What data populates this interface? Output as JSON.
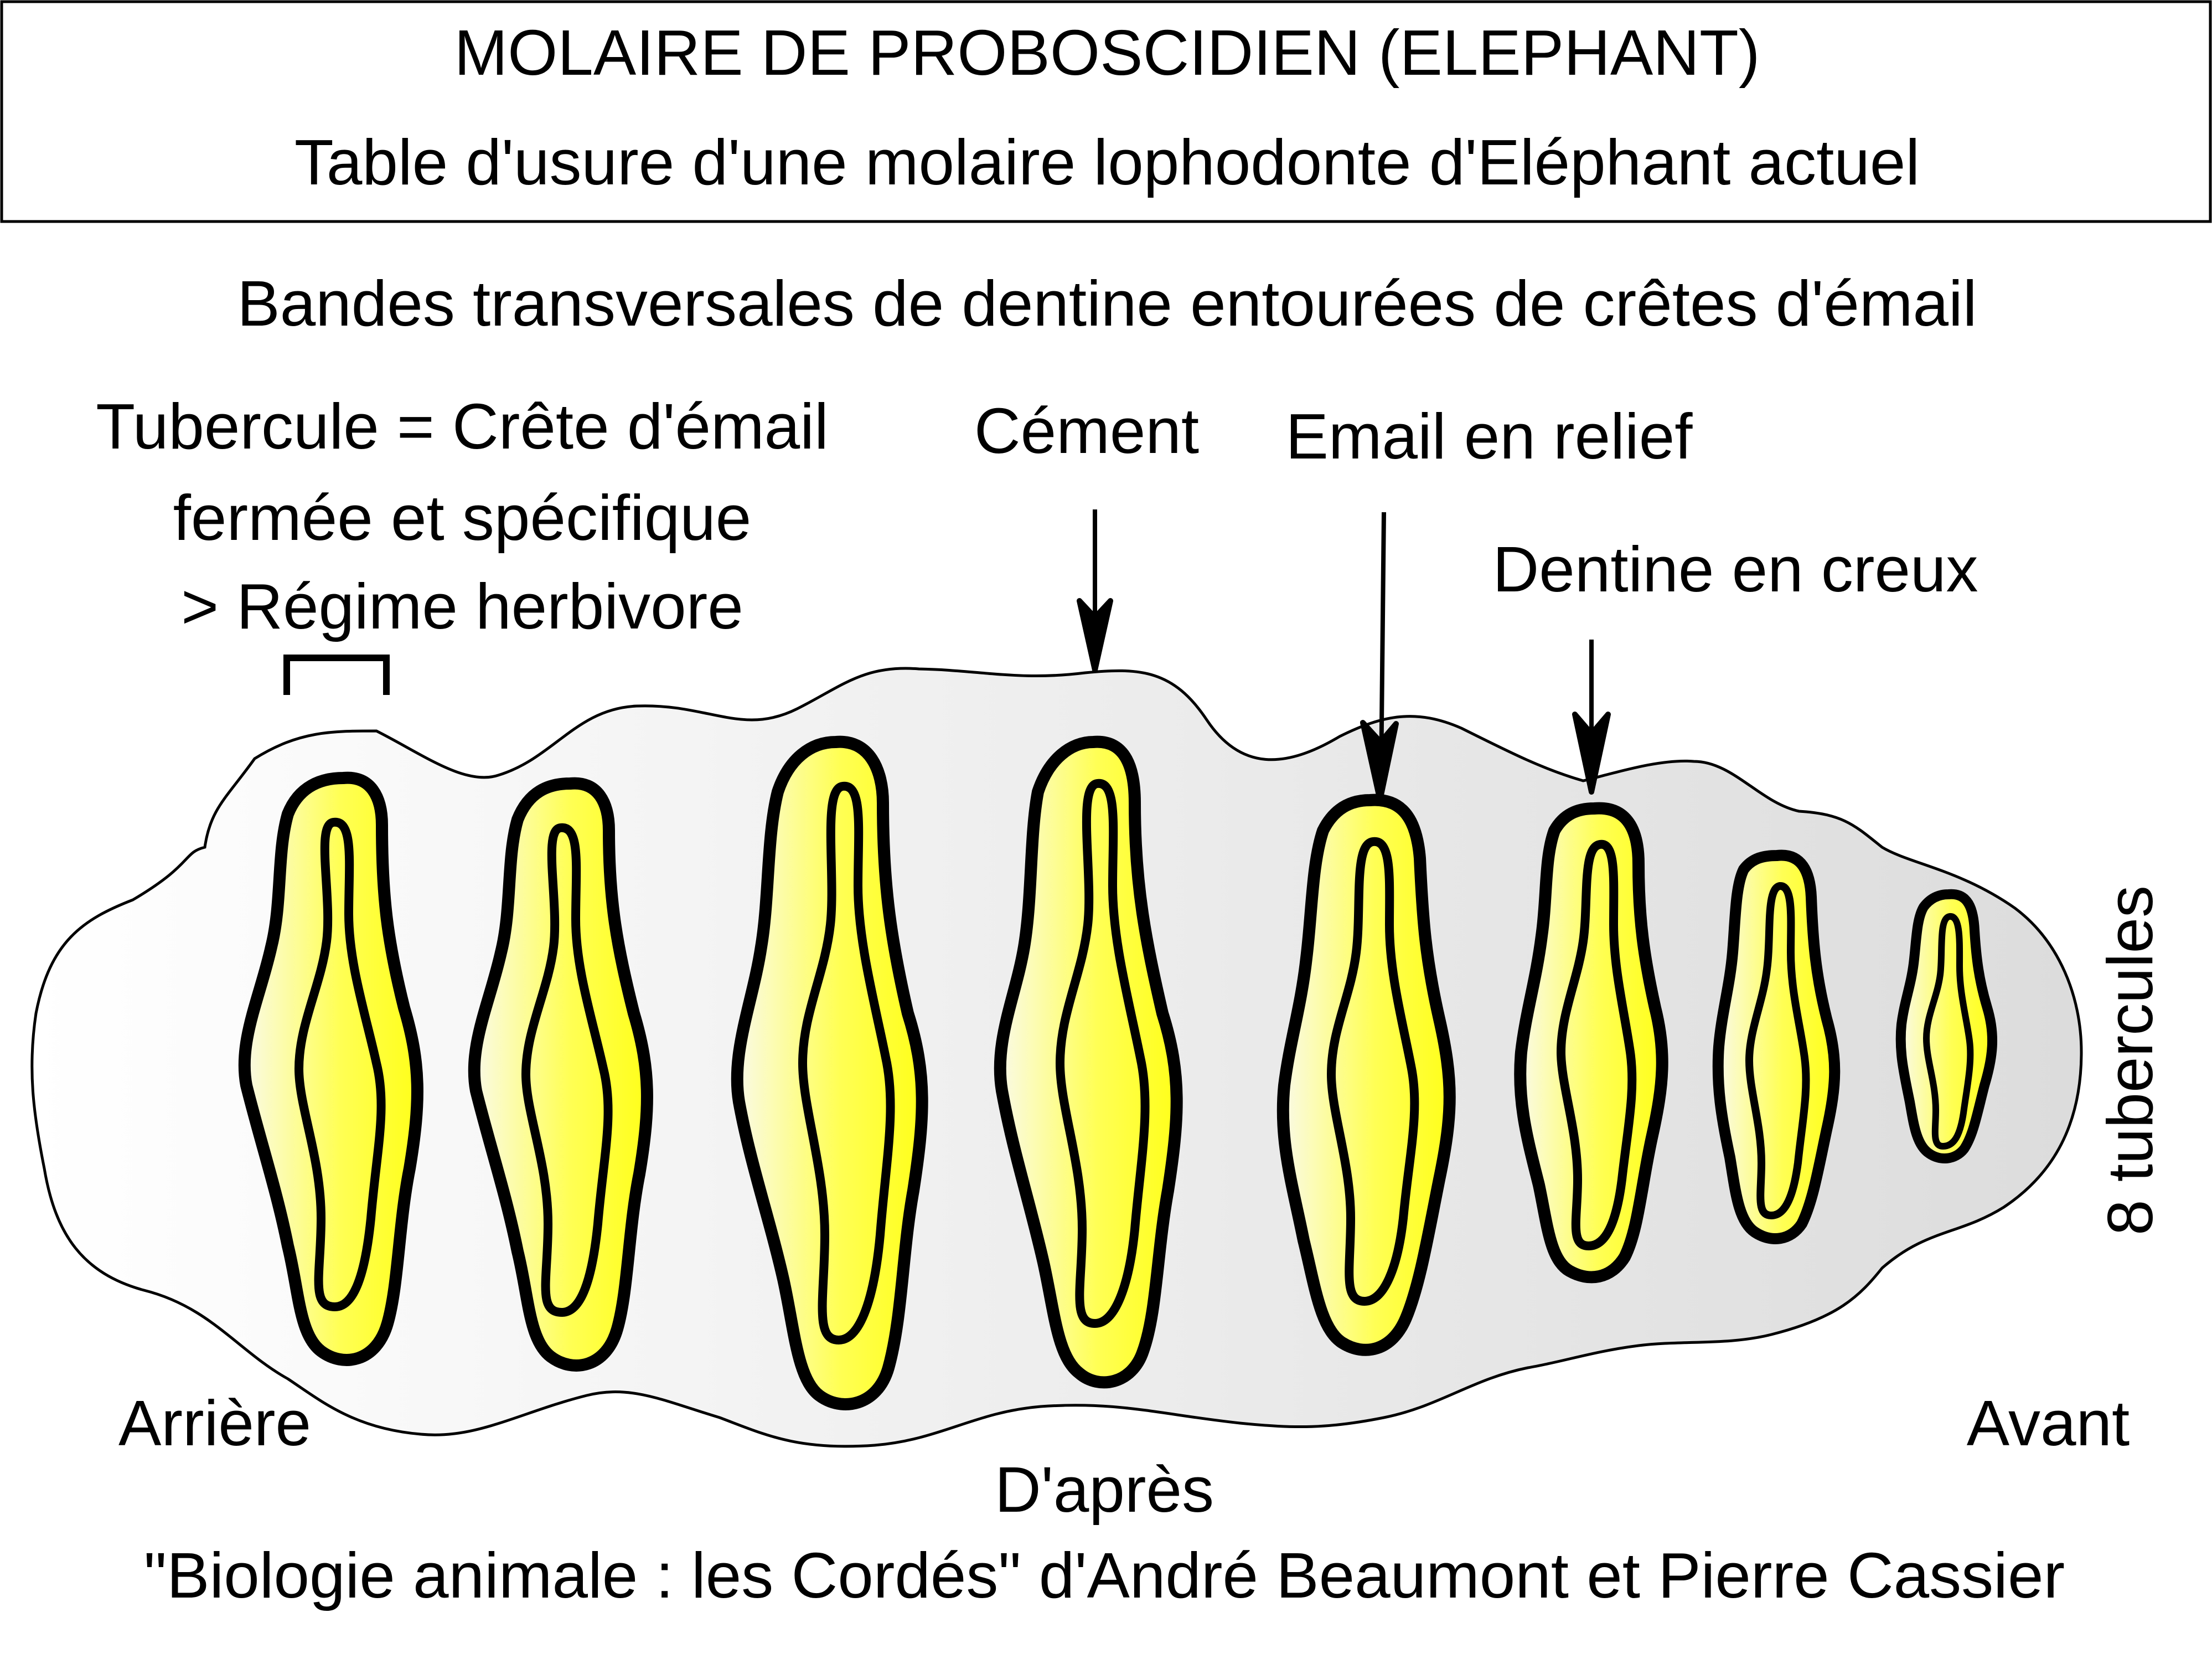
{
  "header": {
    "title": "MOLAIRE  DE PROBOSCIDIEN (ELEPHANT)",
    "subtitle": "Table d'usure d'une molaire lophodonte d'Eléphant actuel"
  },
  "labels": {
    "bandes": "Bandes transversales de dentine entourées de crêtes d'émail",
    "tubercule_line1": "Tubercule = Crête d'émail",
    "tubercule_line2": "fermée et spécifique",
    "tubercule_line3": "> Régime herbivore",
    "cement": "Cément",
    "email_relief": "Email en relief",
    "dentine_creux": "Dentine en creux",
    "tubercules_count": "8 tubercules",
    "arriere": "Arrière",
    "avant": "Avant"
  },
  "source": {
    "line1": "D'après",
    "line2": "\"Biologie animale : les Cordés\" d'André Beaumont et Pierre Cassier"
  },
  "colors": {
    "enamel": "#000000",
    "dentine_light": "#fbfbe0",
    "dentine_yellow": "#ffff2a",
    "cement_light": "#ffffff",
    "cement_dark": "#dedede"
  }
}
